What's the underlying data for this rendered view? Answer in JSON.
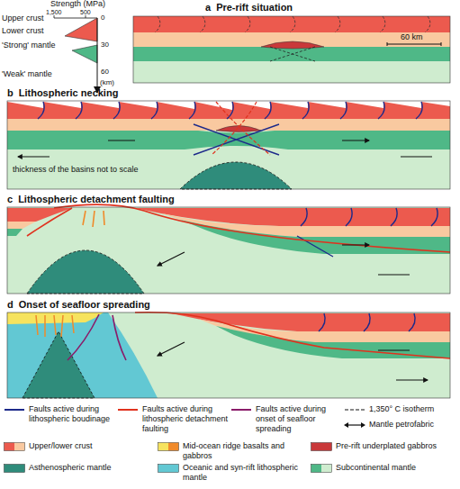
{
  "diagram": {
    "nodes": [
      {
        "text": [
          "a",
          "Pre-rift situation"
        ]
      },
      {
        "text": [
          "b",
          "Lithospheric necking"
        ]
      },
      {
        "text": [
          "c",
          "Lithospheric detachment faulting"
        ]
      },
      {
        "text": [
          "d",
          "Onset of seafloor spreading"
        ]
      }
    ],
    "labels": [
      "Strength (MPa)",
      "1,500",
      "500",
      "Upper crust",
      "Lower crust",
      "'Strong' mantle",
      "'Weak' mantle",
      "0",
      "30",
      "60",
      "(km)",
      "60 km",
      "thickness of the basins not to scale"
    ],
    "legend": [
      {
        "text": "Faults active during lithospheric boudinage"
      },
      {
        "text": "Faults active during lithospheric detachment faulting"
      },
      {
        "text": "Faults active during onset of seafloor spreading"
      },
      {
        "text": "1,350° C isotherm"
      },
      {
        "text": "Mantle petrofabric"
      },
      {
        "text": "Upper/lower crust"
      },
      {
        "text": "Mid-ocean ridge basalts and gabbros"
      },
      {
        "text": "Pre-rift underplated gabbros",
        "color": "#c9383a"
      },
      {
        "text": "Asthenospheric mantle",
        "color": "#2f8c7b"
      },
      {
        "text": "Oceanic and syn-rift lithospheric mantle",
        "color": "#62c8d3"
      },
      {
        "text": "Subcontinental mantle"
      }
    ]
  }
}
